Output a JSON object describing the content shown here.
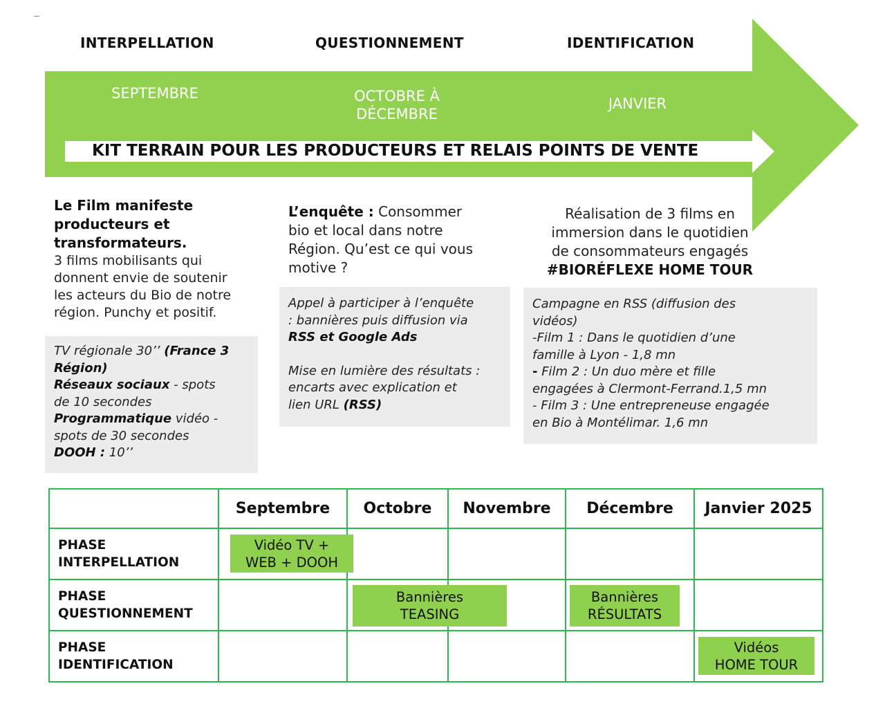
{
  "colors": {
    "arrow_green": "#92d050",
    "grid_green": "#2db84d",
    "box_green": "#8fd14f",
    "grey_box": "#ececec"
  },
  "phases": [
    {
      "title": "INTERPELLATION",
      "month": "SEPTEMBRE"
    },
    {
      "title": "QUESTIONNEMENT",
      "month_line1": "OCTOBRE À",
      "month_line2": "DÉCEMBRE"
    },
    {
      "title": "IDENTIFICATION",
      "month": "JANVIER"
    }
  ],
  "kit_label": "KIT TERRAIN POUR LES PRODUCTEURS ET RELAIS POINTS DE VENTE",
  "columns": [
    {
      "heading_lines": [
        "Le Film manifeste",
        "producteurs et",
        "transformateurs."
      ],
      "body_lines": [
        "3 films mobilisants qui",
        "donnent envie de soutenir",
        "les acteurs du Bio de notre",
        "région. Punchy et positif."
      ],
      "grey": {
        "l1a": "TV régionale 30’’ ",
        "l1b": "(France 3",
        "l2": "Région)",
        "l3a": "Réseaux sociaux",
        "l3b": " - spots",
        "l4": "de 10 secondes",
        "l5a": "Programmatique",
        "l5b": " vidéo -",
        "l6": "spots de 30 secondes",
        "l7a": "DOOH :",
        "l7b": " 10’’"
      }
    },
    {
      "heading": "L’enquête  :",
      "body_line1": " Consommer",
      "body_lines": [
        "bio et local dans notre",
        "Région. Qu’est ce qui vous",
        "motive ?"
      ],
      "grey": {
        "l1": "Appel à participer à l’enquête",
        "l2": ": bannières puis diffusion via",
        "l3": "RSS et Google Ads",
        "l4": "Mise en lumière des résultats :",
        "l5": "encarts avec explication et",
        "l6a": "lien URL ",
        "l6b": "(RSS)"
      }
    },
    {
      "body_lines": [
        "Réalisation de 3 films en",
        "immersion dans le quotidien",
        "de consommateurs engagés"
      ],
      "heading": "#BIORÉFLEXE HOME TOUR",
      "grey": {
        "l1": "Campagne en RSS (diffusion des",
        "l2": "vidéos)",
        "l3": "-Film 1 : Dans le quotidien d’une",
        "l4": "famille à Lyon - 1,8 mn",
        "l5a": "-",
        "l5b": " Film 2 : Un duo mère et fille",
        "l6": "engagées à Clermont-Ferrand.1,5 mn",
        "l7": "- Film 3 : Une entrepreneuse engagée",
        "l8": "en Bio à Montélimar. 1,6 mn"
      }
    }
  ],
  "table": {
    "months": [
      "Septembre",
      "Octobre",
      "Novembre",
      "Décembre",
      "Janvier 2025"
    ],
    "rows": [
      {
        "l1": "PHASE",
        "l2": "INTERPELLATION"
      },
      {
        "l1": "PHASE",
        "l2": "QUESTIONNEMENT"
      },
      {
        "l1": "PHASE",
        "l2": "IDENTIFICATION"
      }
    ],
    "items": [
      {
        "l1": "Vidéo TV +",
        "l2": "WEB + DOOH"
      },
      {
        "l1": "Bannières",
        "l2": "TEASING"
      },
      {
        "l1": "Bannières",
        "l2": "RÉSULTATS"
      },
      {
        "l1": "Vidéos",
        "l2": "HOME TOUR"
      }
    ]
  }
}
